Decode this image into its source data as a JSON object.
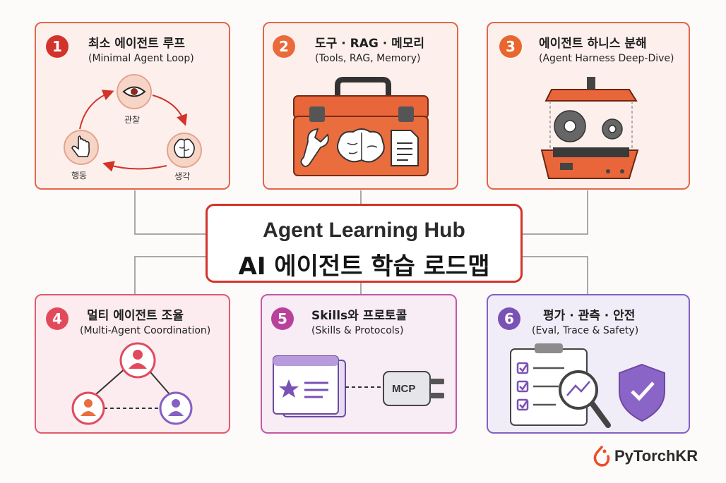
{
  "center": {
    "title_en": "Agent Learning Hub",
    "title_ko": "AI 에이전트 학습 로드맵"
  },
  "cards": [
    {
      "number": "1",
      "title": "최소 에이전트 루프",
      "subtitle": "(Minimal Agent Loop)",
      "labels": {
        "observe": "관찰",
        "think": "생각",
        "act": "행동"
      }
    },
    {
      "number": "2",
      "title": "도구 · RAG · 메모리",
      "subtitle": "(Tools, RAG, Memory)"
    },
    {
      "number": "3",
      "title": "에이전트 하니스 분해",
      "subtitle": "(Agent Harness Deep-Dive)"
    },
    {
      "number": "4",
      "title": "멀티 에이전트 조율",
      "subtitle": "(Multi-Agent Coordination)"
    },
    {
      "number": "5",
      "title": "Skills와 프로토콜",
      "subtitle": "(Skills & Protocols)",
      "labels": {
        "mcp": "MCP"
      }
    },
    {
      "number": "6",
      "title": "평가 · 관측 · 안전",
      "subtitle": "(Eval, Trace & Safety)"
    }
  ],
  "brand": {
    "name": "PyTorchKR"
  },
  "colors": {
    "accent_red": "#d2332a",
    "orange": "#e2674a",
    "pink": "#e15a6c",
    "magenta": "#c258a8",
    "purple": "#8660c4",
    "connector": "#a9a9a9"
  }
}
